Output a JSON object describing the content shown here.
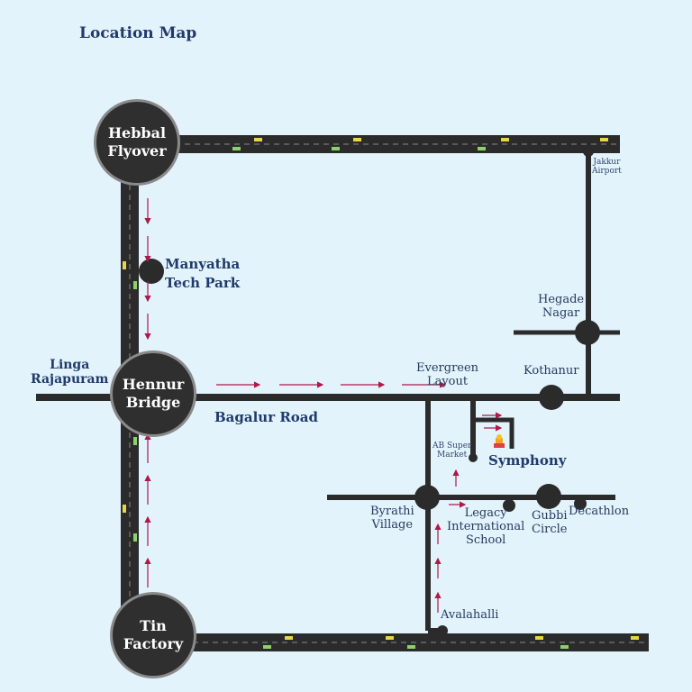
{
  "title": "Location Map",
  "hubs": {
    "hebbal": [
      "Hebbal",
      "Flyover"
    ],
    "hennur": [
      "Hennur",
      "Bridge"
    ],
    "tin": [
      "Tin",
      "Factory"
    ]
  },
  "labels": {
    "manyatha": [
      "Manyatha",
      "Tech Park"
    ],
    "linga": [
      "Linga",
      "Rajapuram"
    ],
    "bagalur": "Bagalur Road",
    "evergreen": [
      "Evergreen",
      "Layout"
    ],
    "kothanur": "Kothanur",
    "hegade": [
      "Hegade",
      "Nagar"
    ],
    "jakkur": [
      "Jakkur",
      "Airport"
    ],
    "absuper": [
      "AB Super",
      "Market"
    ],
    "symphony": "Symphony",
    "byrathi": [
      "Byrathi",
      "Village"
    ],
    "legacy": [
      "Legacy",
      "International",
      "School"
    ],
    "gubbi": [
      "Gubbi",
      "Circle"
    ],
    "decathlon": "Decathlon",
    "avalahalli": "Avalahalli"
  },
  "colors": {
    "background": "#e3f3fc",
    "road": "#2b2b2b",
    "arrow": "#b01848",
    "text": "#1f3a6b",
    "marker": "#f2a323"
  }
}
